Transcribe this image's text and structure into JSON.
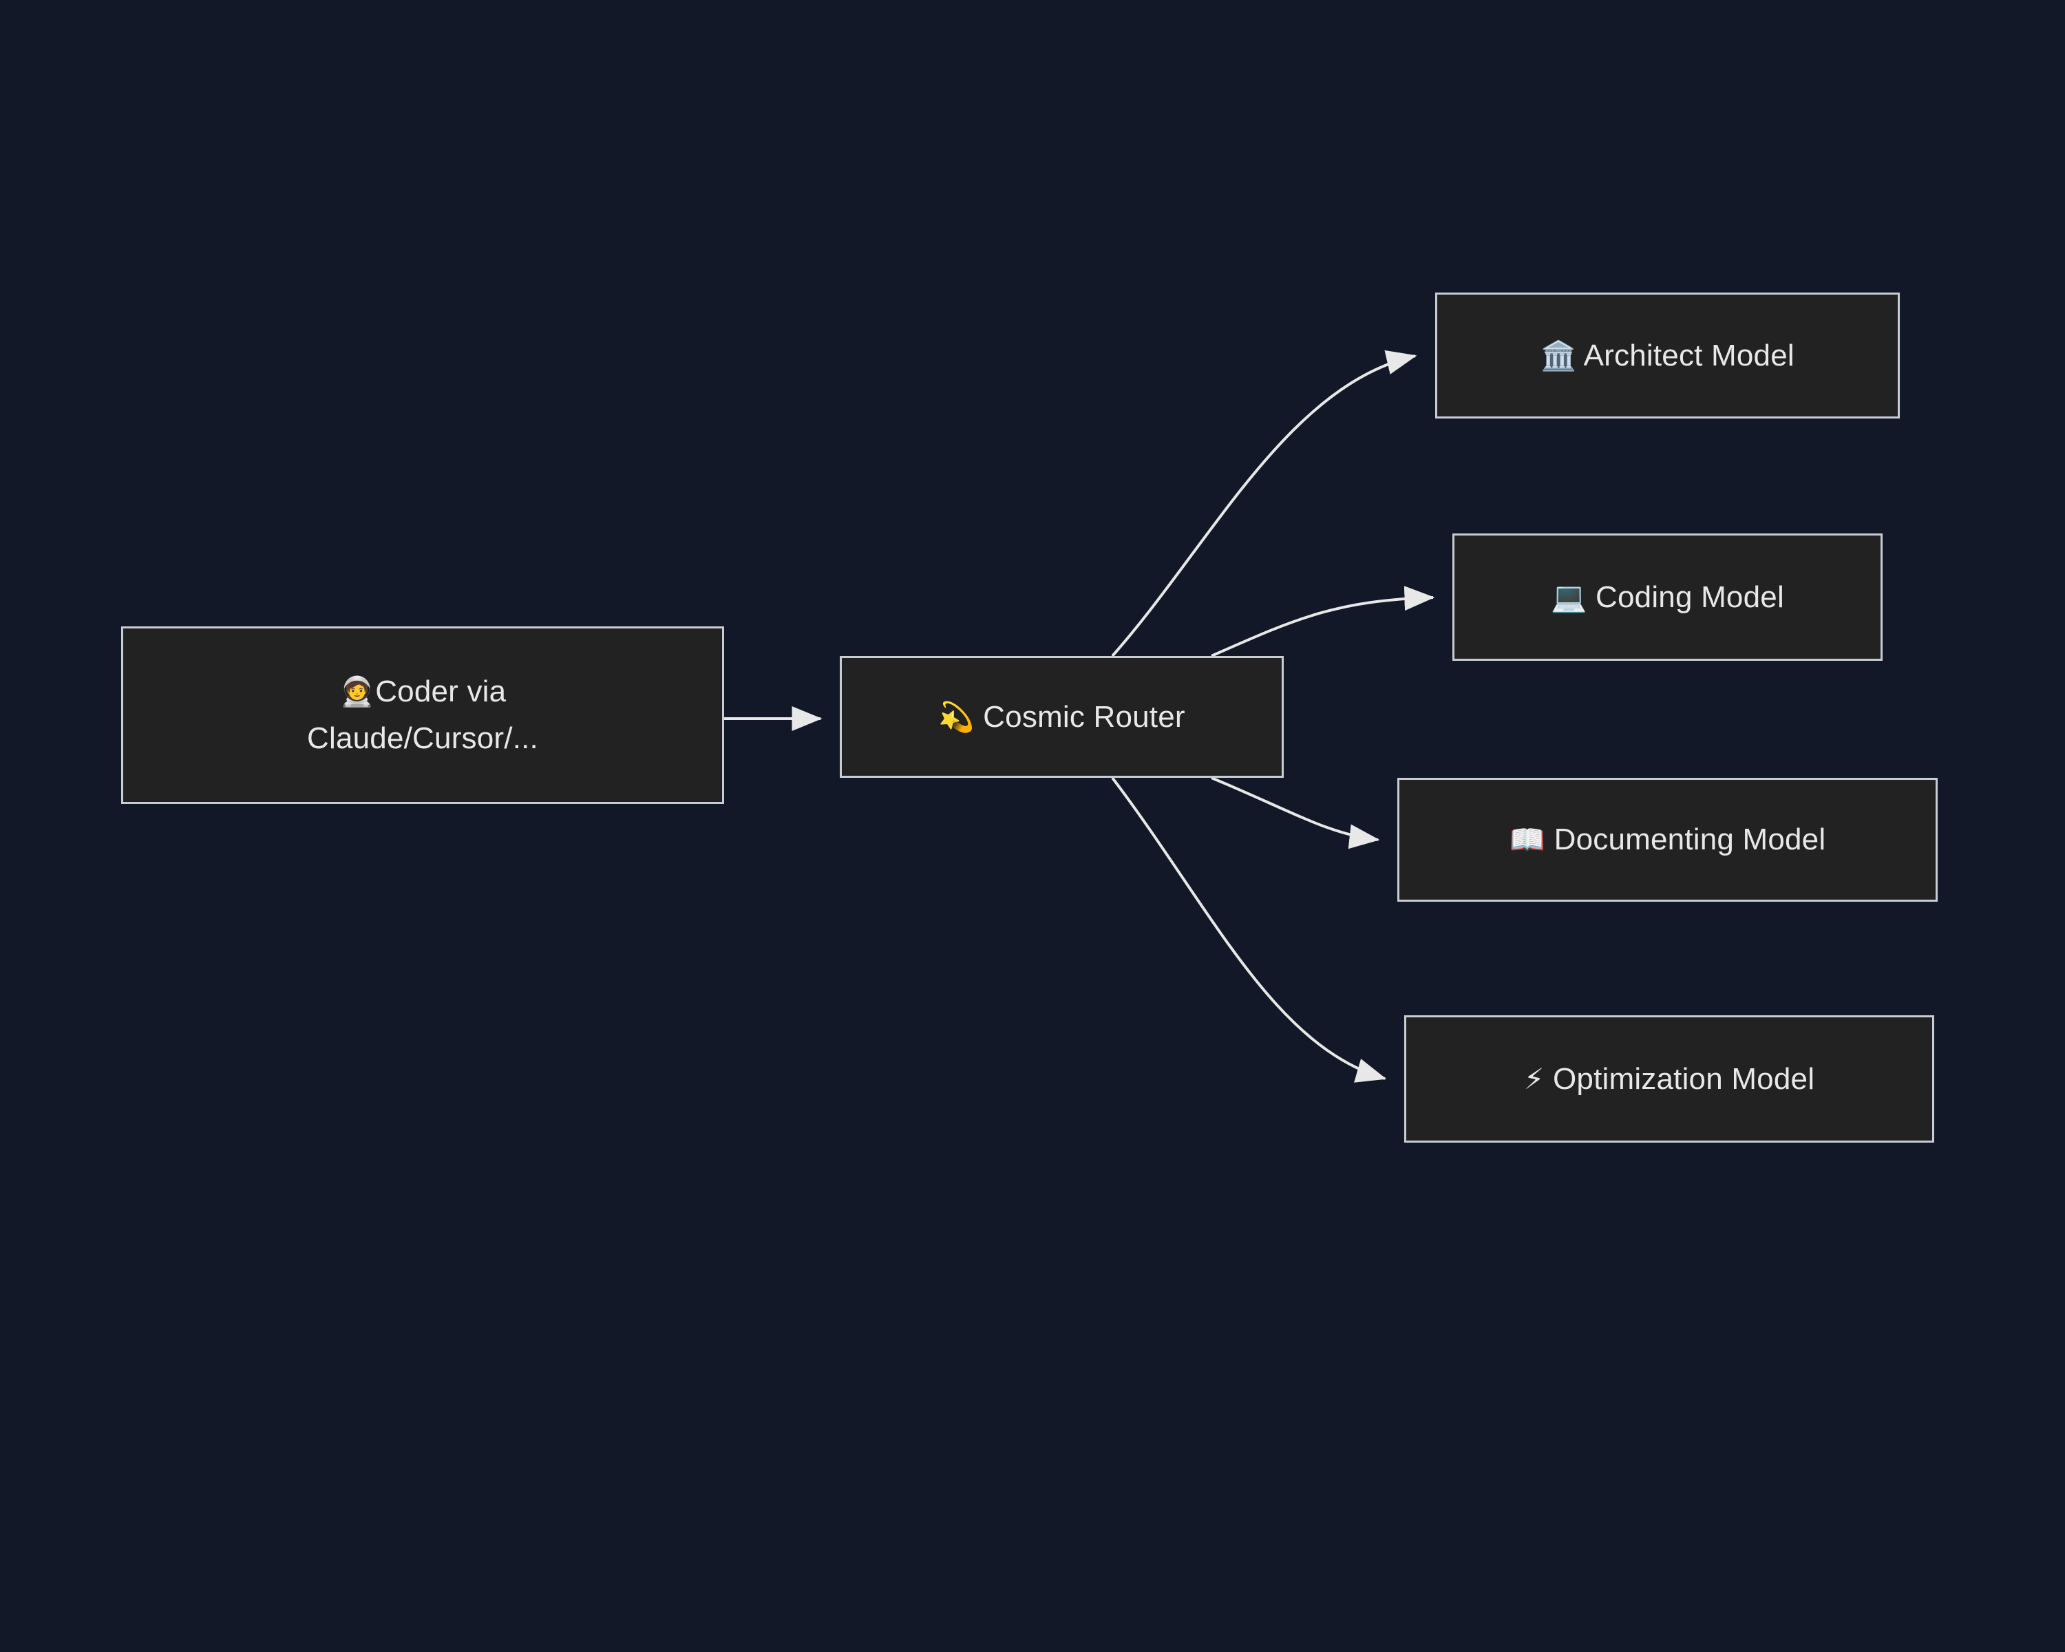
{
  "diagram": {
    "type": "flowchart",
    "direction": "left-to-right",
    "title": "Cosmic Router model routing flow",
    "colors": {
      "background": "#121827",
      "node_fill": "#222222",
      "node_border": "#C8CDD4",
      "node_text": "#E8E8E8",
      "edge_stroke": "#E8E8E8"
    },
    "nodes": [
      {
        "id": "coder",
        "emoji": "🧑‍🚀",
        "emoji_name": "astronaut-emoji",
        "label": "Coder via\nClaude/Cursor/...",
        "text": "Coder via Claude/Cursor/..."
      },
      {
        "id": "router",
        "emoji": "💫",
        "emoji_name": "dizzy-star-emoji",
        "label": "Cosmic Router",
        "text": "Cosmic Router"
      },
      {
        "id": "architect",
        "emoji": "🏛️",
        "emoji_name": "classical-building-emoji",
        "label": "Architect Model",
        "text": "Architect Model"
      },
      {
        "id": "coding",
        "emoji": "💻",
        "emoji_name": "laptop-emoji",
        "label": "Coding Model",
        "text": "Coding Model"
      },
      {
        "id": "documenting",
        "emoji": "📖",
        "emoji_name": "open-book-emoji",
        "label": "Documenting Model",
        "text": "Documenting Model"
      },
      {
        "id": "optimization",
        "emoji": "⚡",
        "emoji_name": "high-voltage-emoji",
        "label": "Optimization Model",
        "text": "Optimization Model"
      }
    ],
    "edges": [
      {
        "id": "coder-router",
        "from": "coder",
        "to": "architect_placeholder_unused",
        "label": ""
      },
      {
        "id": "router-architect",
        "from": "router",
        "to": "architect",
        "label": ""
      },
      {
        "id": "router-coding",
        "from": "router",
        "to": "coding",
        "label": ""
      },
      {
        "id": "router-documenting",
        "from": "router",
        "to": "documenting",
        "label": ""
      },
      {
        "id": "router-optimization",
        "from": "router",
        "to": "optimization",
        "label": ""
      }
    ]
  }
}
